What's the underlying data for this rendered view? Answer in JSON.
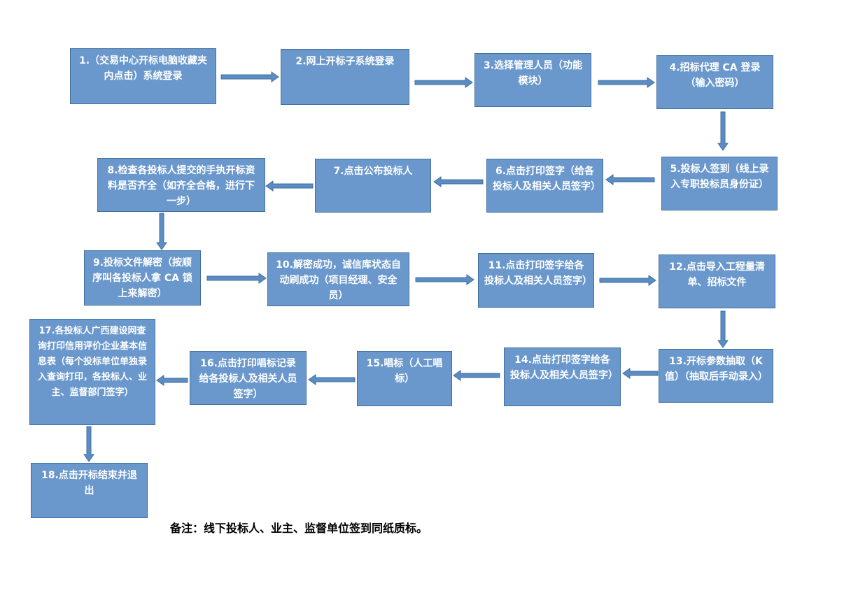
{
  "colors": {
    "box_fill": "#6a98cc",
    "box_border": "#41719c",
    "arrow": "#5b8cc4",
    "text": "#ffffff"
  },
  "steps": [
    {
      "id": 1,
      "text": "1.（交易中心开标电脑收藏夹内点击）系统登录"
    },
    {
      "id": 2,
      "text": "2.网上开标子系统登录"
    },
    {
      "id": 3,
      "text": "3.选择管理人员（功能模块）"
    },
    {
      "id": 4,
      "text": "4.招标代理 CA 登录（输入密码）"
    },
    {
      "id": 5,
      "text": "5.投标人签到（线上录入专职投标员身份证）"
    },
    {
      "id": 6,
      "text": "6.点击打印签字（给各投标人及相关人员签字）"
    },
    {
      "id": 7,
      "text": "7.点击公布投标人"
    },
    {
      "id": 8,
      "text": "8.检查各投标人提交的手执开标资料是否齐全（如齐全合格，进行下一步）"
    },
    {
      "id": 9,
      "text": "9.投标文件解密（按顺序叫各投标人拿 CA 锁上来解密）"
    },
    {
      "id": 10,
      "text": "10.解密成功，诚信库状态自动刷成功（项目经理、安全员）"
    },
    {
      "id": 11,
      "text": "11.点击打印签字给各投标人及相关人员签字）"
    },
    {
      "id": 12,
      "text": "12.点击导入工程量清单、招标文件"
    },
    {
      "id": 13,
      "text": "13.开标参数抽取（K 值）（抽取后手动录入）"
    },
    {
      "id": 14,
      "text": "14.点击打印签字给各投标人及相关人员签字）"
    },
    {
      "id": 15,
      "text": "15.唱标（人工唱标）"
    },
    {
      "id": 16,
      "text": "16.点击打印唱标记录给各投标人及相关人员签字）"
    },
    {
      "id": 17,
      "text": "17.各投标人广西建设网查询打印信用评价企业基本信息表（每个投标单位单独录入查询打印，各投标人、业主、监督部门签字）"
    },
    {
      "id": 18,
      "text": "18.点击开标结束并退出"
    }
  ],
  "edges": [
    [
      1,
      2
    ],
    [
      2,
      3
    ],
    [
      3,
      4
    ],
    [
      4,
      5
    ],
    [
      5,
      6
    ],
    [
      6,
      7
    ],
    [
      7,
      8
    ],
    [
      8,
      9
    ],
    [
      9,
      10
    ],
    [
      10,
      11
    ],
    [
      11,
      12
    ],
    [
      12,
      13
    ],
    [
      13,
      14
    ],
    [
      14,
      15
    ],
    [
      15,
      16
    ],
    [
      16,
      17
    ],
    [
      17,
      18
    ]
  ],
  "note": "备注：线下投标人、业主、监督单位签到同纸质标。"
}
